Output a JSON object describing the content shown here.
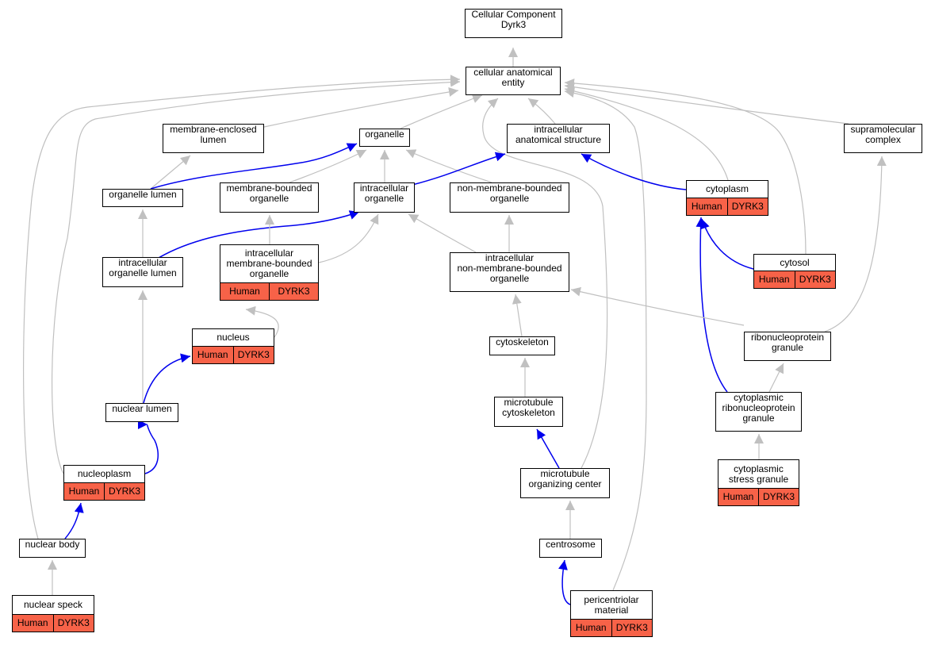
{
  "colors": {
    "annotation": "#f76248",
    "is_a_edge": "#c0c0c0",
    "part_of_edge": "#0000ee"
  },
  "nodes": {
    "root": {
      "label": "Cellular Component\nDyrk3"
    },
    "cae": {
      "label": "cellular anatomical\nentity"
    },
    "mel": {
      "label": "membrane-enclosed\nlumen"
    },
    "org": {
      "label": "organelle"
    },
    "ias": {
      "label": "intracellular\nanatomical structure"
    },
    "smc": {
      "label": "supramolecular\ncomplex"
    },
    "orglum": {
      "label": "organelle lumen"
    },
    "mbo": {
      "label": "membrane-bounded\norganelle"
    },
    "io": {
      "label": "intracellular\norganelle"
    },
    "nmbo": {
      "label": "non-membrane-bounded\norganelle"
    },
    "cyto": {
      "label": "cytoplasm",
      "species": "Human",
      "gene": "DYRK3"
    },
    "iol": {
      "label": "intracellular\norganelle lumen"
    },
    "imbo": {
      "label": "intracellular\nmembrane-bounded\norganelle",
      "species": "Human",
      "gene": "DYRK3"
    },
    "inmbo": {
      "label": "intracellular\nnon-membrane-bounded\norganelle"
    },
    "cytosol": {
      "label": "cytosol",
      "species": "Human",
      "gene": "DYRK3"
    },
    "nucleus": {
      "label": "nucleus",
      "species": "Human",
      "gene": "DYRK3"
    },
    "cytosk": {
      "label": "cytoskeleton"
    },
    "rnpg": {
      "label": "ribonucleoprotein\ngranule"
    },
    "nuclum": {
      "label": "nuclear lumen"
    },
    "mtc": {
      "label": "microtubule\ncytoskeleton"
    },
    "crnpg": {
      "label": "cytoplasmic\nribonucleoprotein\ngranule"
    },
    "nucleoplasm": {
      "label": "nucleoplasm",
      "species": "Human",
      "gene": "DYRK3"
    },
    "mtoc": {
      "label": "microtubule\norganizing center"
    },
    "csg": {
      "label": "cytoplasmic\nstress granule",
      "species": "Human",
      "gene": "DYRK3"
    },
    "nucbody": {
      "label": "nuclear body"
    },
    "centrosome": {
      "label": "centrosome"
    },
    "nucspeck": {
      "label": "nuclear speck",
      "species": "Human",
      "gene": "DYRK3"
    },
    "pcm": {
      "label": "pericentriolar\nmaterial",
      "species": "Human",
      "gene": "DYRK3"
    }
  },
  "edges": [
    {
      "from": "cae",
      "to": "root",
      "relation": "is_a"
    },
    {
      "from": "mel",
      "to": "cae",
      "relation": "is_a"
    },
    {
      "from": "org",
      "to": "cae",
      "relation": "is_a"
    },
    {
      "from": "ias",
      "to": "cae",
      "relation": "is_a"
    },
    {
      "from": "smc",
      "to": "cae",
      "relation": "is_a"
    },
    {
      "from": "cyto",
      "to": "cae",
      "relation": "is_a"
    },
    {
      "from": "cytosol",
      "to": "cae",
      "relation": "is_a"
    },
    {
      "from": "nucleoplasm",
      "to": "cae",
      "relation": "is_a"
    },
    {
      "from": "nucbody",
      "to": "cae",
      "relation": "is_a"
    },
    {
      "from": "mtoc",
      "to": "cae",
      "relation": "is_a"
    },
    {
      "from": "pcm",
      "to": "cae",
      "relation": "is_a"
    },
    {
      "from": "orglum",
      "to": "mel",
      "relation": "is_a"
    },
    {
      "from": "orglum",
      "to": "org",
      "relation": "part_of"
    },
    {
      "from": "mbo",
      "to": "org",
      "relation": "is_a"
    },
    {
      "from": "io",
      "to": "org",
      "relation": "is_a"
    },
    {
      "from": "nmbo",
      "to": "org",
      "relation": "is_a"
    },
    {
      "from": "io",
      "to": "ias",
      "relation": "part_of"
    },
    {
      "from": "cyto",
      "to": "ias",
      "relation": "part_of"
    },
    {
      "from": "iol",
      "to": "orglum",
      "relation": "is_a"
    },
    {
      "from": "iol",
      "to": "io",
      "relation": "part_of"
    },
    {
      "from": "imbo",
      "to": "mbo",
      "relation": "is_a"
    },
    {
      "from": "imbo",
      "to": "io",
      "relation": "is_a"
    },
    {
      "from": "inmbo",
      "to": "io",
      "relation": "is_a"
    },
    {
      "from": "inmbo",
      "to": "nmbo",
      "relation": "is_a"
    },
    {
      "from": "cytosol",
      "to": "cyto",
      "relation": "part_of"
    },
    {
      "from": "crnpg",
      "to": "cyto",
      "relation": "part_of"
    },
    {
      "from": "nucleus",
      "to": "imbo",
      "relation": "is_a"
    },
    {
      "from": "nuclum",
      "to": "iol",
      "relation": "is_a"
    },
    {
      "from": "nuclum",
      "to": "nucleus",
      "relation": "part_of"
    },
    {
      "from": "cytosk",
      "to": "inmbo",
      "relation": "is_a"
    },
    {
      "from": "rnpg",
      "to": "inmbo",
      "relation": "is_a"
    },
    {
      "from": "rnpg",
      "to": "smc",
      "relation": "is_a"
    },
    {
      "from": "mtc",
      "to": "cytosk",
      "relation": "is_a"
    },
    {
      "from": "crnpg",
      "to": "rnpg",
      "relation": "is_a"
    },
    {
      "from": "nucleoplasm",
      "to": "nuclum",
      "relation": "part_of"
    },
    {
      "from": "mtoc",
      "to": "mtc",
      "relation": "part_of"
    },
    {
      "from": "csg",
      "to": "crnpg",
      "relation": "is_a"
    },
    {
      "from": "nucbody",
      "to": "nucleoplasm",
      "relation": "part_of"
    },
    {
      "from": "centrosome",
      "to": "mtoc",
      "relation": "is_a"
    },
    {
      "from": "nucspeck",
      "to": "nucbody",
      "relation": "is_a"
    },
    {
      "from": "pcm",
      "to": "centrosome",
      "relation": "part_of"
    }
  ]
}
